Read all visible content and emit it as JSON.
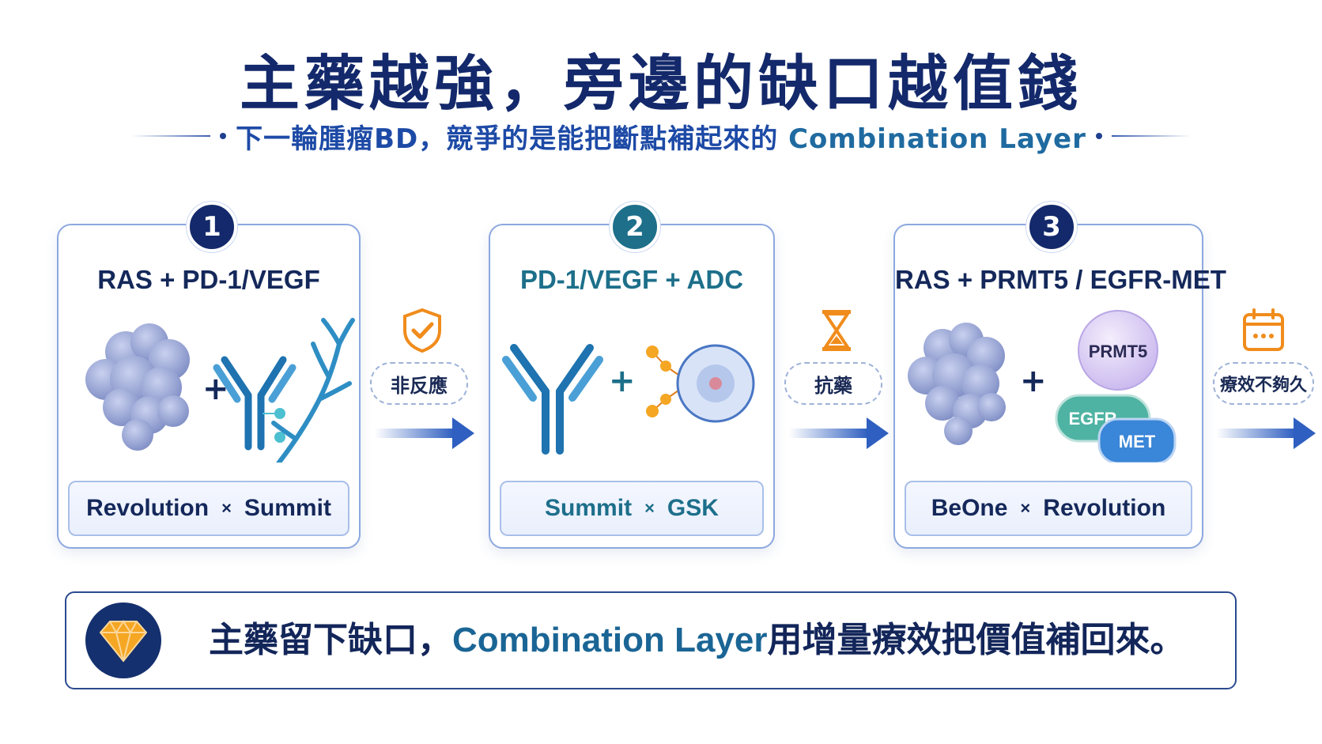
{
  "title": "主藥越強，旁邊的缺口越值錢",
  "subtitle": {
    "cn": "下一輪腫瘤BD，競爭的是能把斷點補起來的",
    "en": "Combination Layer"
  },
  "cards": [
    {
      "number": "1",
      "title": "RAS  + PD-1/VEGF",
      "plus": "+",
      "partner_a": "Revolution",
      "partner_x": "×",
      "partner_b": "Summit",
      "badge_color": "#13296b",
      "title_color": "#14285a"
    },
    {
      "number": "2",
      "title": "PD-1/VEGF + ADC",
      "plus": "+",
      "partner_a": "Summit",
      "partner_x": "×",
      "partner_b": "GSK",
      "badge_color": "#1d6f8a",
      "title_color": "#1d6f8a"
    },
    {
      "number": "3",
      "title": "RAS + PRMT5 / EGFR-MET",
      "plus": "+",
      "labels": [
        "PRMT5",
        "EGFR",
        "MET"
      ],
      "partner_a": "BeOne",
      "partner_x": "×",
      "partner_b": "Revolution",
      "badge_color": "#13296b",
      "title_color": "#14285a"
    }
  ],
  "connectors": [
    {
      "icon": "shield-check-icon",
      "label": "非反應"
    },
    {
      "icon": "hourglass-icon",
      "label": "抗藥"
    },
    {
      "icon": "calendar-icon",
      "label": "療效不夠久"
    }
  ],
  "bottom": {
    "cn_a": "主藥留下缺口，",
    "en": "Combination Layer",
    "cn_b": "用增量療效把價值補回來。"
  },
  "colors": {
    "navy": "#13296b",
    "teal": "#1d6f8a",
    "orange": "#f08c1c",
    "arrow_blue": "#2f5fc0"
  }
}
